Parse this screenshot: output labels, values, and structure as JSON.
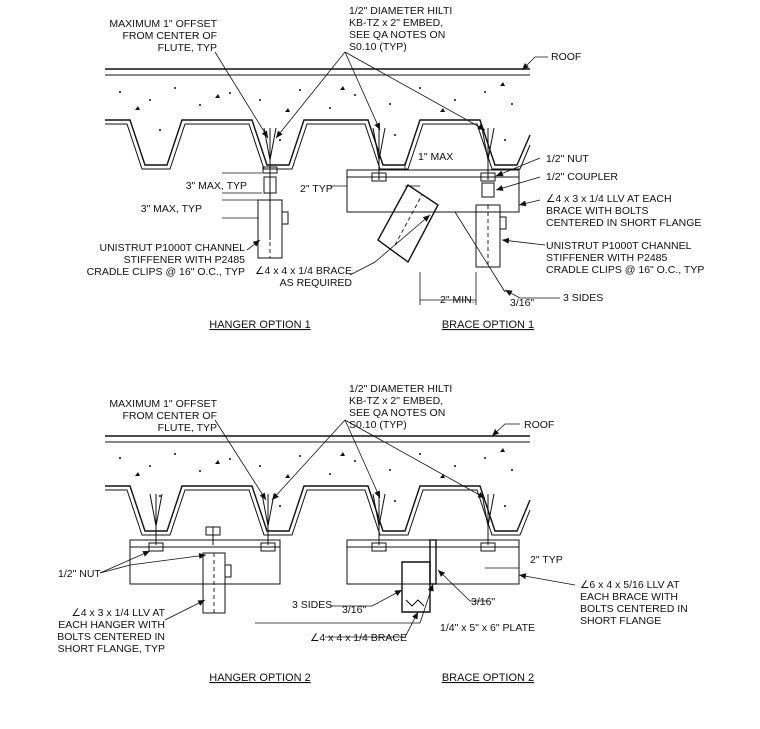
{
  "detail1": {
    "offset_note": [
      "MAXIMUM 1\" OFFSET",
      "FROM CENTER OF",
      "FLUTE, TYP"
    ],
    "anchor_note": [
      "1/2\" DIAMETER HILTI",
      "KB-TZ x 2\" EMBED,",
      "SEE QA NOTES ON",
      "S0.10 (TYP)"
    ],
    "roof": "ROOF",
    "dim_3max_a": "3\" MAX, TYP",
    "dim_3max_b": "3\" MAX, TYP",
    "dim_1max": "1\" MAX",
    "dim_2typ": "2\" TYP",
    "nut": "1/2\" NUT",
    "coupler": "1/2\" COUPLER",
    "angle_note": [
      "∠4 x 3 x 1/4 LLV AT EACH",
      "BRACE WITH BOLTS",
      "CENTERED IN SHORT FLANGE"
    ],
    "unistrut_left": [
      "UNISTRUT P1000T CHANNEL",
      "STIFFENER WITH P2485",
      "CRADLE CLIPS @ 16\" O.C., TYP"
    ],
    "unistrut_right": [
      "UNISTRUT P1000T CHANNEL",
      "STIFFENER WITH P2485",
      "CRADLE CLIPS @ 16\" O.C., TYP"
    ],
    "brace_note": [
      "∠4 x 4 x 1/4 BRACE",
      "AS REQUIRED"
    ],
    "dim_2min": "2\" MIN.",
    "weld": "3/16\"",
    "weld_sides": "3 SIDES",
    "title_left": "HANGER OPTION 1",
    "title_right": "BRACE OPTION 1"
  },
  "detail2": {
    "offset_note": [
      "MAXIMUM 1\" OFFSET",
      "FROM CENTER OF",
      "FLUTE, TYP"
    ],
    "anchor_note": [
      "1/2\" DIAMETER HILTI",
      "KB-TZ x 2\" EMBED,",
      "SEE QA NOTES ON",
      "S0.10 (TYP)"
    ],
    "roof": "ROOF",
    "nut": "1/2\" NUT",
    "angle_left": [
      "∠4 x 3 x 1/4 LLV AT",
      "EACH HANGER WITH",
      "BOLTS CENTERED IN",
      "SHORT FLANGE, TYP"
    ],
    "dim_2typ": "2\" TYP",
    "angle_right": [
      "∠6 x 4 x 5/16 LLV AT",
      "EACH BRACE WITH",
      "BOLTS CENTERED IN",
      "SHORT FLANGE"
    ],
    "weld_sides": "3 SIDES",
    "weld_left": "3/16\"",
    "weld_right": "3/16\"",
    "plate": "1/4\" x 5\" x 6\" PLATE",
    "brace": "∠4 x 4 x 1/4 BRACE",
    "title_left": "HANGER OPTION 2",
    "title_right": "BRACE OPTION 2"
  }
}
